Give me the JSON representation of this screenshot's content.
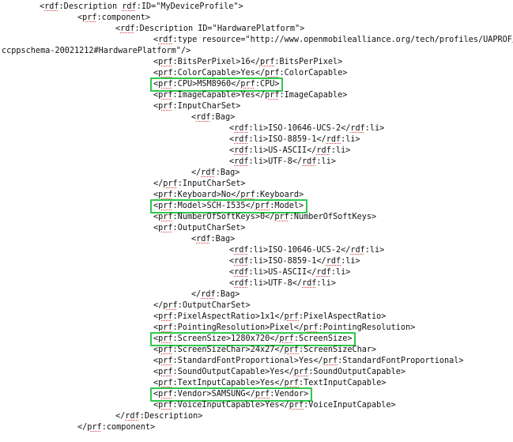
{
  "document": {
    "lines": [
      {
        "indent": 0,
        "text": "<rdf:Description rdf:ID=\"MyDeviceProfile\">"
      },
      {
        "indent": 1,
        "text": "<prf:component>"
      },
      {
        "indent": 2,
        "text": "<rdf:Description ID=\"HardwarePlatform\">"
      },
      {
        "indent": 3,
        "text": "<rdf:type resource=\"http://www.openmobilealliance.org/tech/profiles/UAPROF/"
      },
      {
        "indent": -1,
        "text": "ccppschema-20021212#HardwarePlatform\"/>"
      },
      {
        "indent": 3,
        "text": "<prf:BitsPerPixel>16</prf:BitsPerPixel>"
      },
      {
        "indent": 3,
        "text": "<prf:ColorCapable>Yes</prf:ColorCapable>"
      },
      {
        "indent": 3,
        "text": "<prf:CPU>MSM8960</prf:CPU>",
        "highlight": true
      },
      {
        "indent": 3,
        "text": "<prf:ImageCapable>Yes</prf:ImageCapable>"
      },
      {
        "indent": 3,
        "text": "<prf:InputCharSet>"
      },
      {
        "indent": 4,
        "text": "<rdf:Bag>"
      },
      {
        "indent": 5,
        "text": "<rdf:li>ISO-10646-UCS-2</rdf:li>"
      },
      {
        "indent": 5,
        "text": "<rdf:li>ISO-8859-1</rdf:li>"
      },
      {
        "indent": 5,
        "text": "<rdf:li>US-ASCII</rdf:li>"
      },
      {
        "indent": 5,
        "text": "<rdf:li>UTF-8</rdf:li>"
      },
      {
        "indent": 4,
        "text": "</rdf:Bag>"
      },
      {
        "indent": 3,
        "text": "</prf:InputCharSet>"
      },
      {
        "indent": 3,
        "text": "<prf:Keyboard>No</prf:Keyboard>"
      },
      {
        "indent": 3,
        "text": "<prf:Model>SCH-I535</prf:Model>",
        "highlight": true
      },
      {
        "indent": 3,
        "text": "<prf:NumberOfSoftKeys>0</prf:NumberOfSoftKeys>"
      },
      {
        "indent": 3,
        "text": "<prf:OutputCharSet>"
      },
      {
        "indent": 4,
        "text": "<rdf:Bag>"
      },
      {
        "indent": 5,
        "text": "<rdf:li>ISO-10646-UCS-2</rdf:li>"
      },
      {
        "indent": 5,
        "text": "<rdf:li>ISO-8859-1</rdf:li>"
      },
      {
        "indent": 5,
        "text": "<rdf:li>US-ASCII</rdf:li>"
      },
      {
        "indent": 5,
        "text": "<rdf:li>UTF-8</rdf:li>"
      },
      {
        "indent": 4,
        "text": "</rdf:Bag>"
      },
      {
        "indent": 3,
        "text": "</prf:OutputCharSet>"
      },
      {
        "indent": 3,
        "text": "<prf:PixelAspectRatio>1x1</prf:PixelAspectRatio>"
      },
      {
        "indent": 3,
        "text": "<prf:PointingResolution>Pixel</prf:PointingResolution>"
      },
      {
        "indent": 3,
        "text": "<prf:ScreenSize>1280x720</prf:ScreenSize>",
        "highlight": true
      },
      {
        "indent": 3,
        "text": "<prf:ScreenSizeChar>24x27</prf:ScreenSizeChar>"
      },
      {
        "indent": 3,
        "text": "<prf:StandardFontProportional>Yes</prf:StandardFontProportional>"
      },
      {
        "indent": 3,
        "text": "<prf:SoundOutputCapable>Yes</prf:SoundOutputCapable>"
      },
      {
        "indent": 3,
        "text": "<prf:TextInputCapable>Yes</prf:TextInputCapable>"
      },
      {
        "indent": 3,
        "text": "<prf:Vendor>SAMSUNG</prf:Vendor>",
        "highlight": true
      },
      {
        "indent": 3,
        "text": "<prf:VoiceInputCapable>Yes</prf:VoiceInputCapable>"
      },
      {
        "indent": 2,
        "text": "</rdf:Description>"
      },
      {
        "indent": 1,
        "text": "</prf:component>"
      }
    ]
  },
  "colors": {
    "highlight_border": "#2ec84b",
    "spellcheck_underline": "#d23b3b",
    "text": "#111111",
    "background": "#ffffff"
  }
}
